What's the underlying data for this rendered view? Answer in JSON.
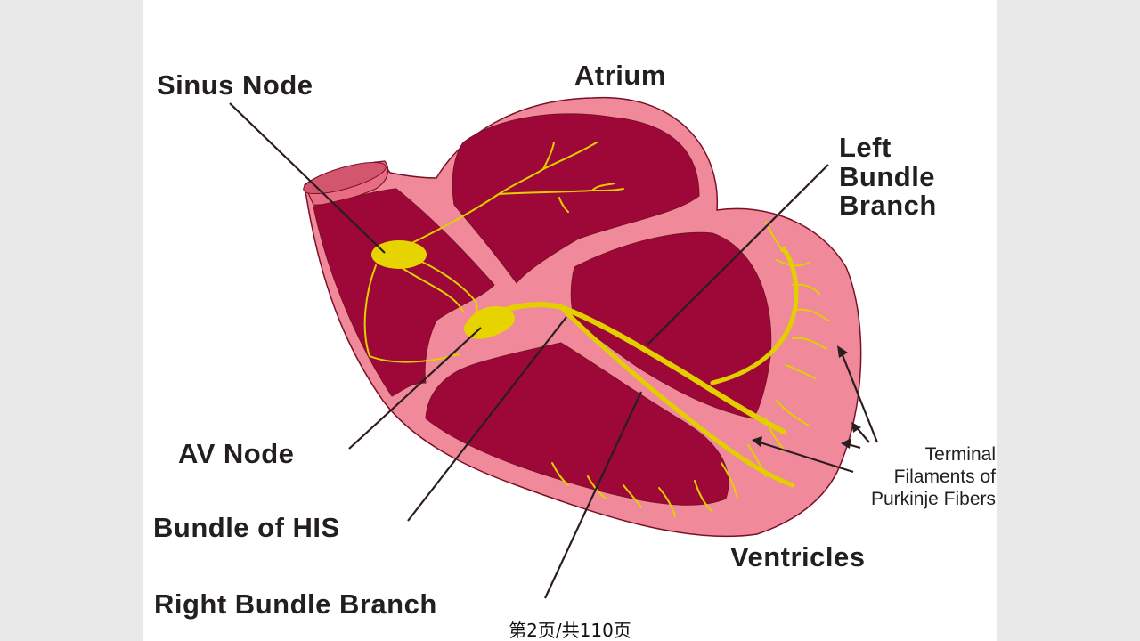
{
  "labels": {
    "sinus_node": "Sinus Node",
    "atrium": "Atrium",
    "left_bundle_branch": [
      "Left",
      "Bundle",
      "Branch"
    ],
    "av_node": "AV Node",
    "bundle_of_his": "Bundle of HIS",
    "right_bundle_branch": "Right Bundle Branch",
    "ventricles": "Ventricles",
    "terminal_filaments": [
      "Terminal",
      "Filaments of",
      "Purkinje Fibers"
    ]
  },
  "footer": {
    "page_indicator": "第2页/共110页"
  },
  "colors": {
    "myocardium_outer": "#f0899a",
    "chamber_fill": "#9e0838",
    "conduction_yellow": "#e8d800",
    "leader_line": "#2a1d20",
    "slide_background": "#ffffff",
    "page_background": "#e9e9e9"
  }
}
